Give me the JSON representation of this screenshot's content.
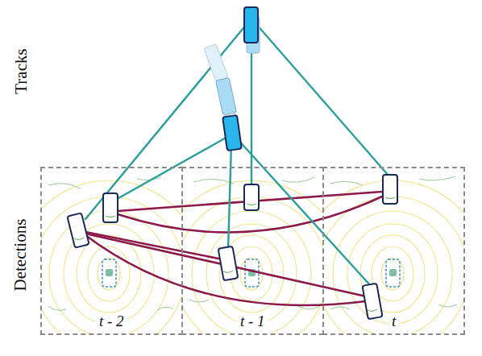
{
  "diagram": {
    "nodes": [
      {
        "text": [
          "t - 2"
        ]
      },
      {
        "text": [
          "t - 1"
        ]
      },
      {
        "text": [
          "t"
        ]
      }
    ],
    "labels": [
      "Tracks",
      "Detections"
    ]
  }
}
